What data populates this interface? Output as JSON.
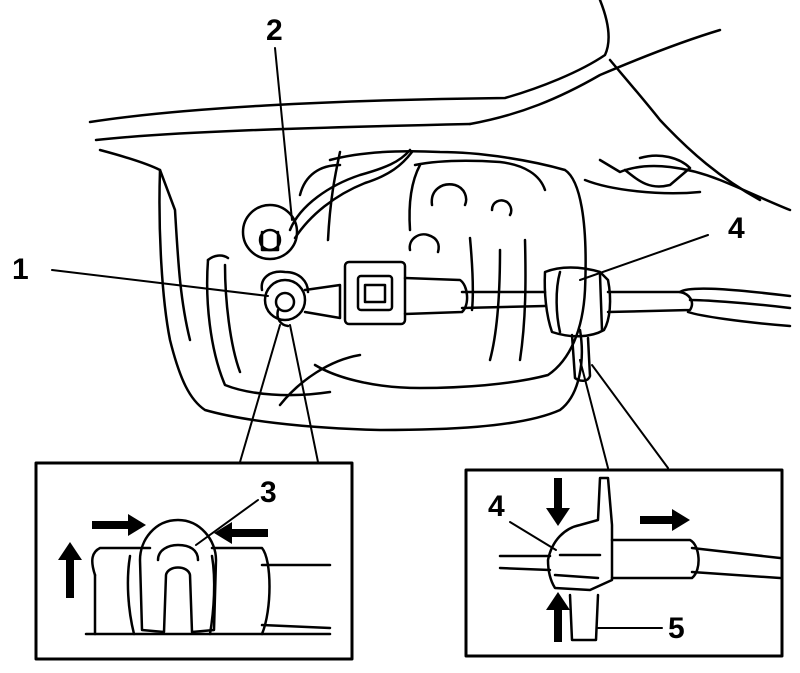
{
  "callouts": {
    "c1": "1",
    "c2": "2",
    "c3": "3",
    "c4_main": "4",
    "c4_detail": "4",
    "c5": "5"
  },
  "colors": {
    "stroke": "#000000",
    "background": "#ffffff"
  }
}
